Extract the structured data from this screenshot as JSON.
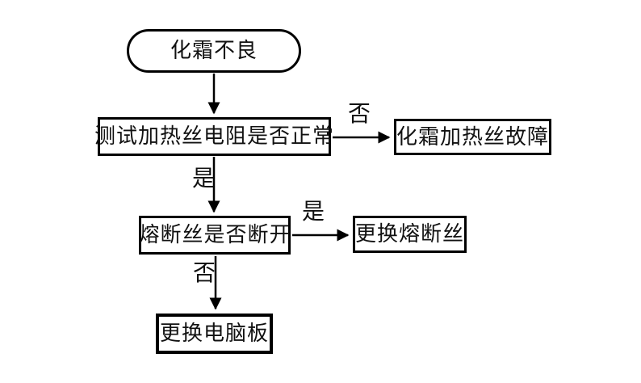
{
  "flowchart": {
    "background_color": "#ffffff",
    "line_color": "#000000",
    "text_color": "#111111",
    "nodes": [
      {
        "id": "start",
        "shape": "terminator",
        "label": "化霜不良"
      },
      {
        "id": "test-resistance",
        "shape": "process",
        "label": "测试加热丝电阻是否正常"
      },
      {
        "id": "heater-fault",
        "shape": "process",
        "label": "化霜加热丝故障"
      },
      {
        "id": "fuse-check",
        "shape": "process",
        "label": "熔断丝是否断开"
      },
      {
        "id": "replace-fuse",
        "shape": "process",
        "label": "更换熔断丝"
      },
      {
        "id": "replace-board",
        "shape": "process",
        "label": "更换电脑板"
      }
    ],
    "edges": [
      {
        "from": "start",
        "to": "test-resistance",
        "label": ""
      },
      {
        "from": "test-resistance",
        "to": "heater-fault",
        "label": "否"
      },
      {
        "from": "test-resistance",
        "to": "fuse-check",
        "label": "是"
      },
      {
        "from": "fuse-check",
        "to": "replace-fuse",
        "label": "是"
      },
      {
        "from": "fuse-check",
        "to": "replace-board",
        "label": "否"
      }
    ]
  }
}
